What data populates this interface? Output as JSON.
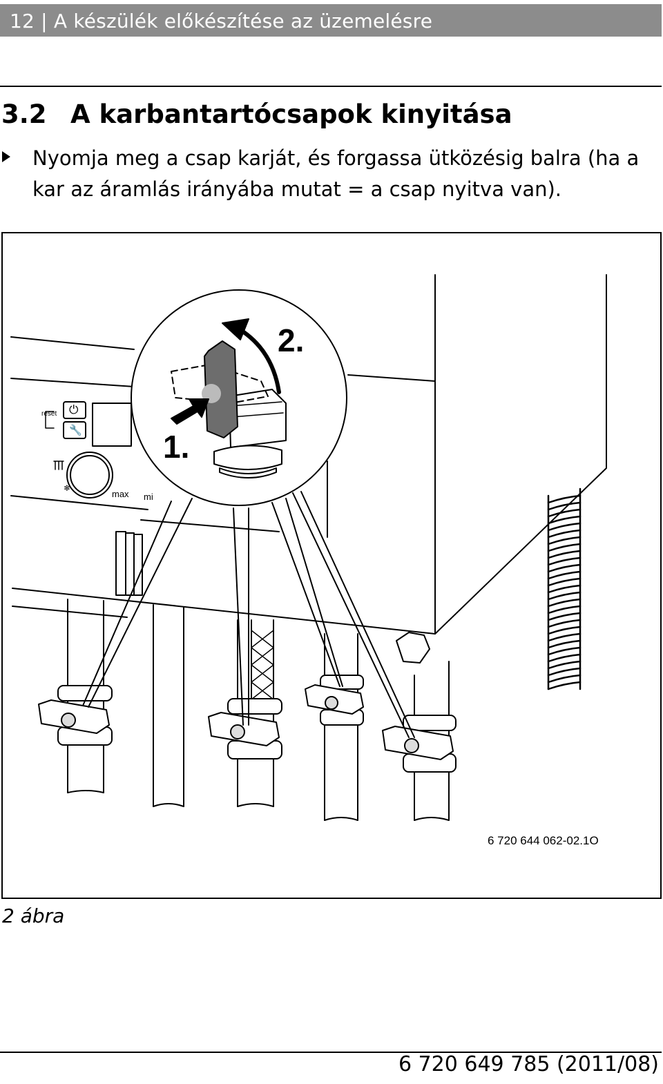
{
  "header": {
    "title": "12 | A készülék előkészítése az üzemelésre"
  },
  "section": {
    "number": "3.2",
    "title": "A karbantartócsapok kinyitása"
  },
  "instruction": {
    "text": "Nyomja meg a csap karját, és forgassa ütközésig balra (ha a kar az áramlás irányába mutat = a csap nyitva van)."
  },
  "figure": {
    "labels": {
      "reset": "reset",
      "max": "max",
      "min": "mi",
      "step1": "1.",
      "step2": "2."
    },
    "code": "6 720 644 062-02.1O"
  },
  "caption": "2 ábra",
  "footer": {
    "doc_number": "6 720 649 785 (2011/08)"
  },
  "colors": {
    "header_bg": "#8c8c8c",
    "handle_fill": "#6d6d6d"
  }
}
